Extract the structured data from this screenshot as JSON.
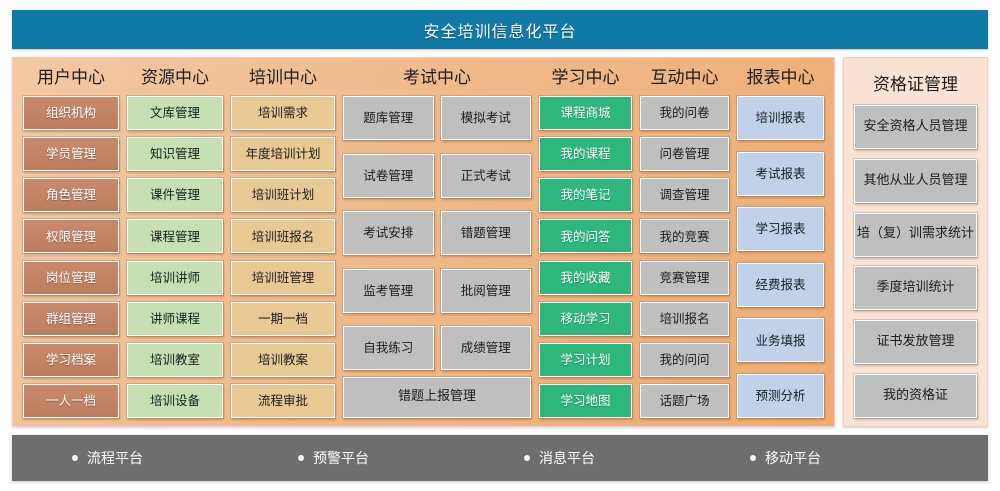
{
  "header": {
    "title": "安全培训信息化平台",
    "bg_color": "#0f7aa5"
  },
  "columns": [
    {
      "key": "user-center",
      "title": "用户中心",
      "style": "brown",
      "items": [
        "组织机构",
        "学员管理",
        "角色管理",
        "权限管理",
        "岗位管理",
        "群组管理",
        "学习档案",
        "一人一档"
      ]
    },
    {
      "key": "resource-center",
      "title": "资源中心",
      "style": "green",
      "items": [
        "文库管理",
        "知识管理",
        "课件管理",
        "课程管理",
        "培训讲师",
        "讲师课程",
        "培训教室",
        "培训设备"
      ]
    },
    {
      "key": "training-center",
      "title": "培训中心",
      "style": "tan",
      "items": [
        "培训需求",
        "年度培训计划",
        "培训班计划",
        "培训班报名",
        "培训班管理",
        "一期一档",
        "培训教案",
        "流程审批"
      ]
    },
    {
      "key": "exam-center",
      "title": "考试中心",
      "style": "gray",
      "left_items": [
        "题库管理",
        "试卷管理",
        "考试安排",
        "监考管理",
        "自我练习"
      ],
      "right_items": [
        "模拟考试",
        "正式考试",
        "错题管理",
        "批阅管理",
        "成绩管理"
      ],
      "wide_item": "错题上报管理"
    },
    {
      "key": "study-center",
      "title": "学习中心",
      "style": "emerald",
      "items": [
        "课程商城",
        "我的课程",
        "我的笔记",
        "我的问答",
        "我的收藏",
        "移动学习",
        "学习计划",
        "学习地图"
      ]
    },
    {
      "key": "interaction-center",
      "title": "互动中心",
      "style": "gray",
      "items": [
        "我的问卷",
        "问卷管理",
        "调查管理",
        "我的竞赛",
        "竞赛管理",
        "培训报名",
        "我的问问",
        "话题广场"
      ]
    },
    {
      "key": "report-center",
      "title": "报表中心",
      "style": "blue",
      "items": [
        "培训报表",
        "考试报表",
        "学习报表",
        "经费报表",
        "业务填报",
        "预测分析"
      ]
    }
  ],
  "side_panel": {
    "key": "certificate-management",
    "title": "资格证管理",
    "style": "gray",
    "items": [
      "安全资格人员管理",
      "其他从业人员管理",
      "培（复）训需求统计",
      "季度培训统计",
      "证书发放管理",
      "我的资格证"
    ]
  },
  "footer": {
    "items": [
      "流程平台",
      "预警平台",
      "消息平台",
      "移动平台"
    ],
    "bg_color": "#6e6e6e"
  }
}
